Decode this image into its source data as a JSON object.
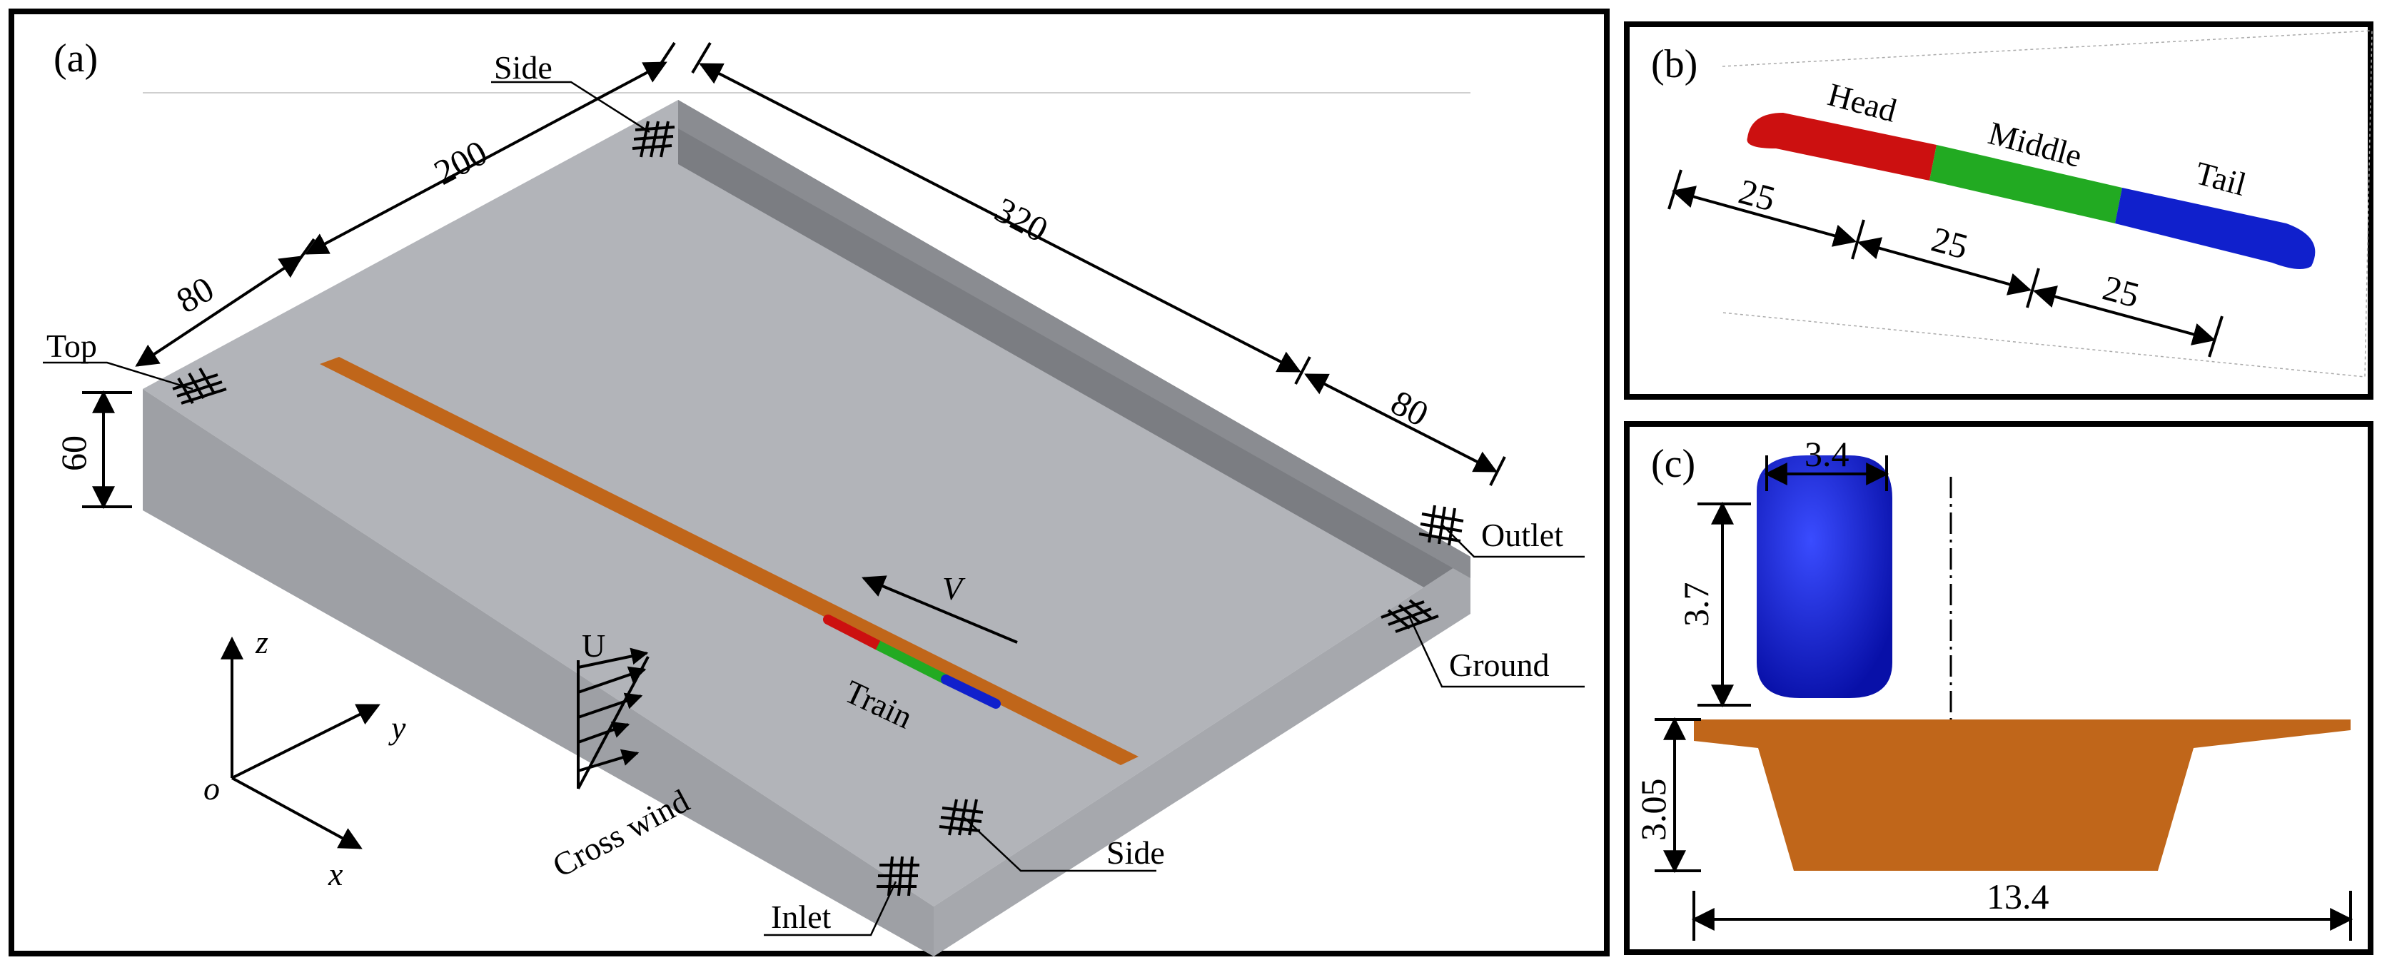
{
  "panels": {
    "a": {
      "label": "(a)",
      "dims": {
        "d200": "200",
        "d80_left": "80",
        "d320": "320",
        "d80_right": "80",
        "d60": "60"
      },
      "boundaries": {
        "side_top": "Side",
        "top": "Top",
        "outlet": "Outlet",
        "ground": "Ground",
        "side_bottom": "Side",
        "inlet": "Inlet"
      },
      "train_label": "Train",
      "velocity_label": "V",
      "wind_speed_label": "U",
      "cross_wind_label": "Cross wind",
      "axes": {
        "x": "x",
        "y": "y",
        "z": "z",
        "origin": "o"
      }
    },
    "b": {
      "label": "(b)",
      "sections": {
        "head": "Head",
        "middle": "Middle",
        "tail": "Tail"
      },
      "dims": {
        "d1": "25",
        "d2": "25",
        "d3": "25"
      }
    },
    "c": {
      "label": "(c)",
      "dims": {
        "width_train": "3.4",
        "height_train": "3.7",
        "height_bridge": "3.05",
        "width_bridge": "13.4"
      }
    }
  },
  "colors": {
    "domain_top": "#b2b4b9",
    "domain_side": "#7b7d82",
    "domain_front": "#9ea0a5",
    "bridge": "#c0661a",
    "head": "#cc1010",
    "middle": "#22aa22",
    "tail": "#1020cc"
  },
  "icons": {
    "mesh": "mesh-grid-icon",
    "arrow": "arrow-icon"
  }
}
